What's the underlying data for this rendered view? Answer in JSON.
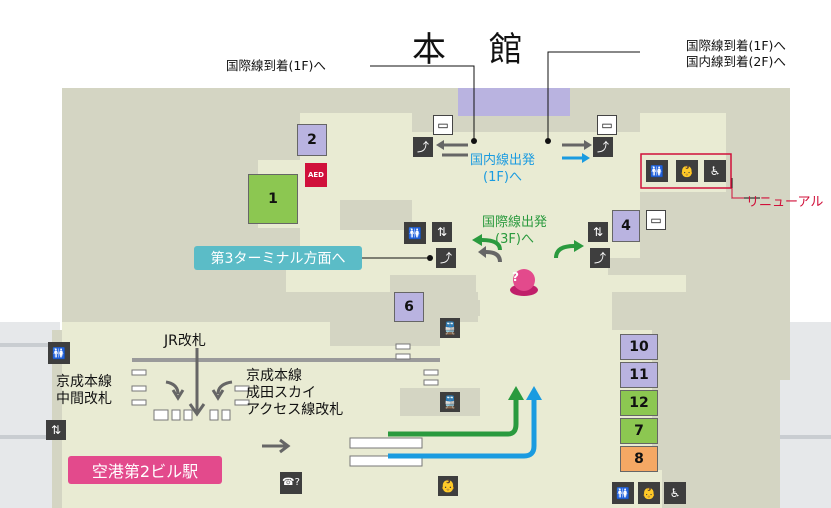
{
  "building_title": "本 館",
  "notes": {
    "intl_arrival_left": "国際線到着(1F)へ",
    "intl_arrival_right": "国際線到着(1F)へ",
    "dom_arrival_right": "国内線到着(2F)へ",
    "dom_departure": "国内線出発\n(1F)へ",
    "intl_departure": "国際線出発\n(3F)へ",
    "terminal3": "第3ターミナル方面へ",
    "renewal": "リニューアル",
    "jr_gate": "JR改札",
    "keisei_mid_gate": "京成本線\n中間改札",
    "keisei_skyaccess_gate": "京成本線\n成田スカイ\nアクセス線改札",
    "station": "空港第2ビル駅"
  },
  "gates": [
    {
      "id": "1",
      "label": "1",
      "color": "#8cc751"
    },
    {
      "id": "2",
      "label": "2",
      "color": "#b9b3e0"
    },
    {
      "id": "4",
      "label": "4",
      "color": "#b9b3e0"
    },
    {
      "id": "6",
      "label": "6",
      "color": "#b9b3e0"
    },
    {
      "id": "10",
      "label": "10",
      "color": "#b9b3e0"
    },
    {
      "id": "11",
      "label": "11",
      "color": "#b9b3e0"
    },
    {
      "id": "12",
      "label": "12",
      "color": "#8cc751"
    },
    {
      "id": "7",
      "label": "7",
      "color": "#8cc751"
    },
    {
      "id": "8",
      "label": "8",
      "color": "#f5a864"
    }
  ],
  "icons": {
    "aed": "AED",
    "info": "?",
    "help_phone": "☎?",
    "toilet": "🚻",
    "elevator": "⇅",
    "escalator": "⤴",
    "wheelchair": "♿",
    "baby": "👶",
    "train": "🚆",
    "ticket": "▭"
  },
  "colors": {
    "floor": "#e9ebd3",
    "wall": "#d4d5c3",
    "purple_block": "#b9b3e0",
    "blue": "#1a9be0",
    "green": "#2a9a3e",
    "pink": "#e34a8c",
    "teal": "#5bbcc7",
    "red": "#d0103a"
  }
}
